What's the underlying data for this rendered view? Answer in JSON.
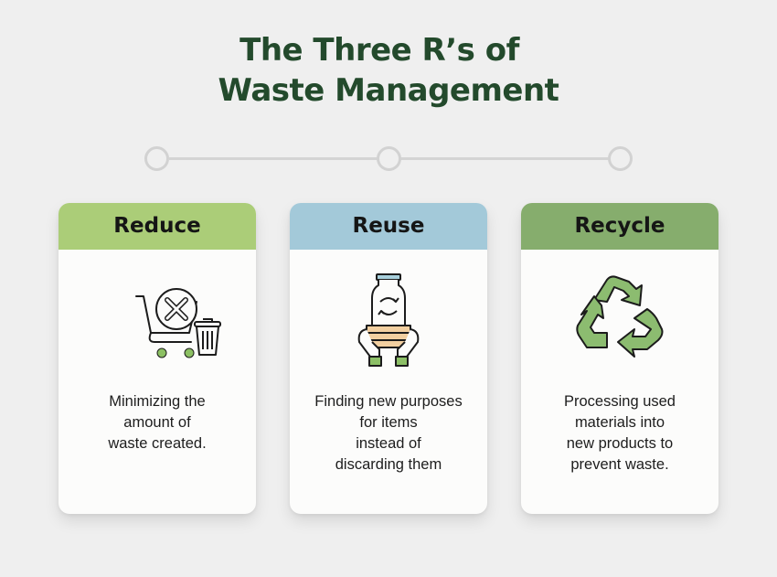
{
  "title": {
    "line1": "The Three R’s of",
    "line2": "Waste Management",
    "color": "#234a2c"
  },
  "timeline": {
    "nodes": 3,
    "color": "#d2d2d2"
  },
  "cards": [
    {
      "heading": "Reduce",
      "header_color": "#abcd78",
      "icon": "shopping-cart-cancel-and-trash-icon",
      "description_lines": [
        "Minimizing the",
        "amount of",
        "waste created."
      ]
    },
    {
      "heading": "Reuse",
      "header_color": "#a3c9d9",
      "icon": "jar-with-reuse-arrows-held-by-hands-icon",
      "description_lines": [
        "Finding new purposes",
        "for items",
        "instead of",
        "discarding them"
      ]
    },
    {
      "heading": "Recycle",
      "header_color": "#86ad6d",
      "icon": "recycle-arrows-icon",
      "description_lines": [
        "Processing used",
        "materials into",
        "new products to",
        "prevent waste."
      ]
    }
  ]
}
